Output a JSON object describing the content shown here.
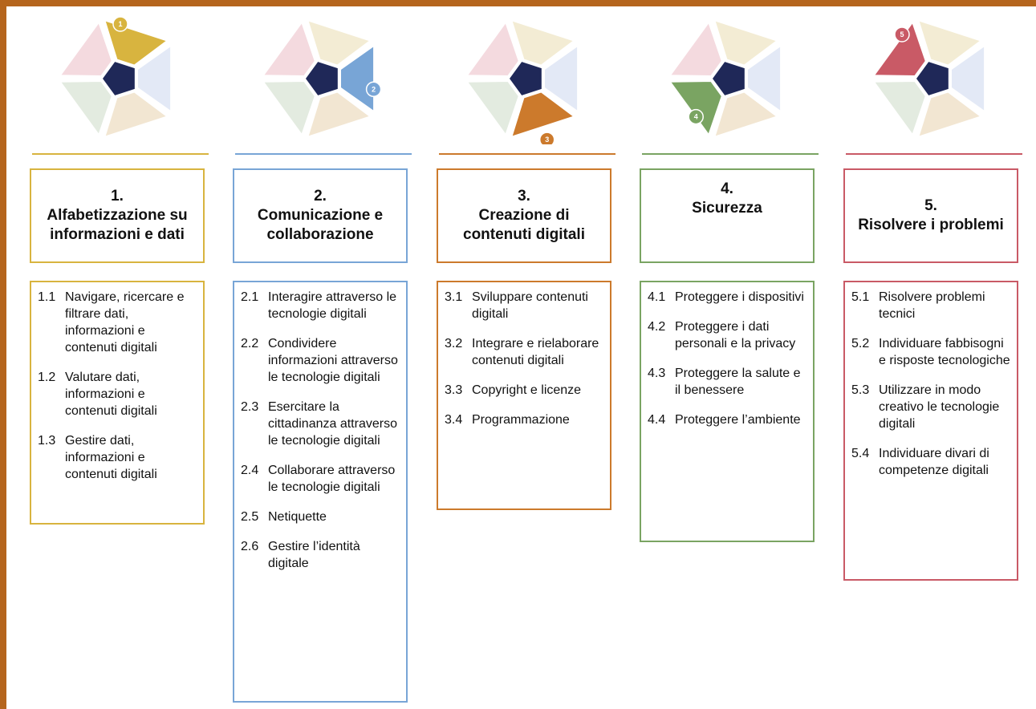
{
  "colors": {
    "frame": "#b5651d",
    "center": "#1f2858",
    "area_1": "#d8b43f",
    "area_2": "#78a5d6",
    "area_3": "#cc7a2c",
    "area_4": "#7aa462",
    "area_5": "#c95a66",
    "pale_1": "#f3ecd4",
    "pale_2": "#e3e9f6",
    "pale_3": "#f2e6d2",
    "pale_4": "#e3ebe0",
    "pale_5": "#f4dadf"
  },
  "areas": [
    {
      "badge": "1",
      "number": "1.",
      "title": "Alfabetizzazione su informazioni e dati",
      "color": "#d8b43f",
      "items": [
        {
          "num": "1.1",
          "text": "Navigare, ricercare e filtrare dati, informazioni e contenuti digitali"
        },
        {
          "num": "1.2",
          "text": "Valutare dati, informazioni e contenuti digitali"
        },
        {
          "num": "1.3",
          "text": "Gestire dati, informazioni e contenuti digitali"
        }
      ]
    },
    {
      "badge": "2",
      "number": "2.",
      "title": "Comunicazione e collaborazione",
      "color": "#78a5d6",
      "items": [
        {
          "num": "2.1",
          "text": "Interagire attraverso le tecnologie digitali"
        },
        {
          "num": "2.2",
          "text": "Condividere informazioni attraverso le tecnologie digitali"
        },
        {
          "num": "2.3",
          "text": "Esercitare la cittadinanza attraverso le tecnologie digitali"
        },
        {
          "num": "2.4",
          "text": "Collaborare attraverso le tecnologie digitali"
        },
        {
          "num": "2.5",
          "text": "Netiquette"
        },
        {
          "num": "2.6",
          "text": "Gestire l’identità digitale"
        }
      ]
    },
    {
      "badge": "3",
      "number": "3.",
      "title": "Creazione di contenuti digitali",
      "color": "#cc7a2c",
      "items": [
        {
          "num": "3.1",
          "text": "Sviluppare contenuti digitali"
        },
        {
          "num": "3.2",
          "text": "Integrare e rielaborare contenuti digitali"
        },
        {
          "num": "3.3",
          "text": "Copyright e licenze"
        },
        {
          "num": "3.4",
          "text": "Programmazione"
        }
      ]
    },
    {
      "badge": "4",
      "number": "4.",
      "title": "Sicurezza",
      "color": "#7aa462",
      "items": [
        {
          "num": "4.1",
          "text": "Proteggere i dispositivi"
        },
        {
          "num": "4.2",
          "text": "Proteggere i dati personali e la privacy"
        },
        {
          "num": "4.3",
          "text": "Proteggere la salute e il benessere"
        },
        {
          "num": "4.4",
          "text": "Proteggere l’ambiente"
        }
      ]
    },
    {
      "badge": "5",
      "number": "5.",
      "title": "Risolvere i problemi",
      "color": "#c95a66",
      "items": [
        {
          "num": "5.1",
          "text": "Risolvere problemi tecnici"
        },
        {
          "num": "5.2",
          "text": "Individuare fabbisogni e risposte tecnologiche"
        },
        {
          "num": "5.3",
          "text": "Utilizzare in modo creativo le tecnologie digitali"
        },
        {
          "num": "5.4",
          "text": "Individuare divari di competenze digitali"
        }
      ]
    }
  ]
}
